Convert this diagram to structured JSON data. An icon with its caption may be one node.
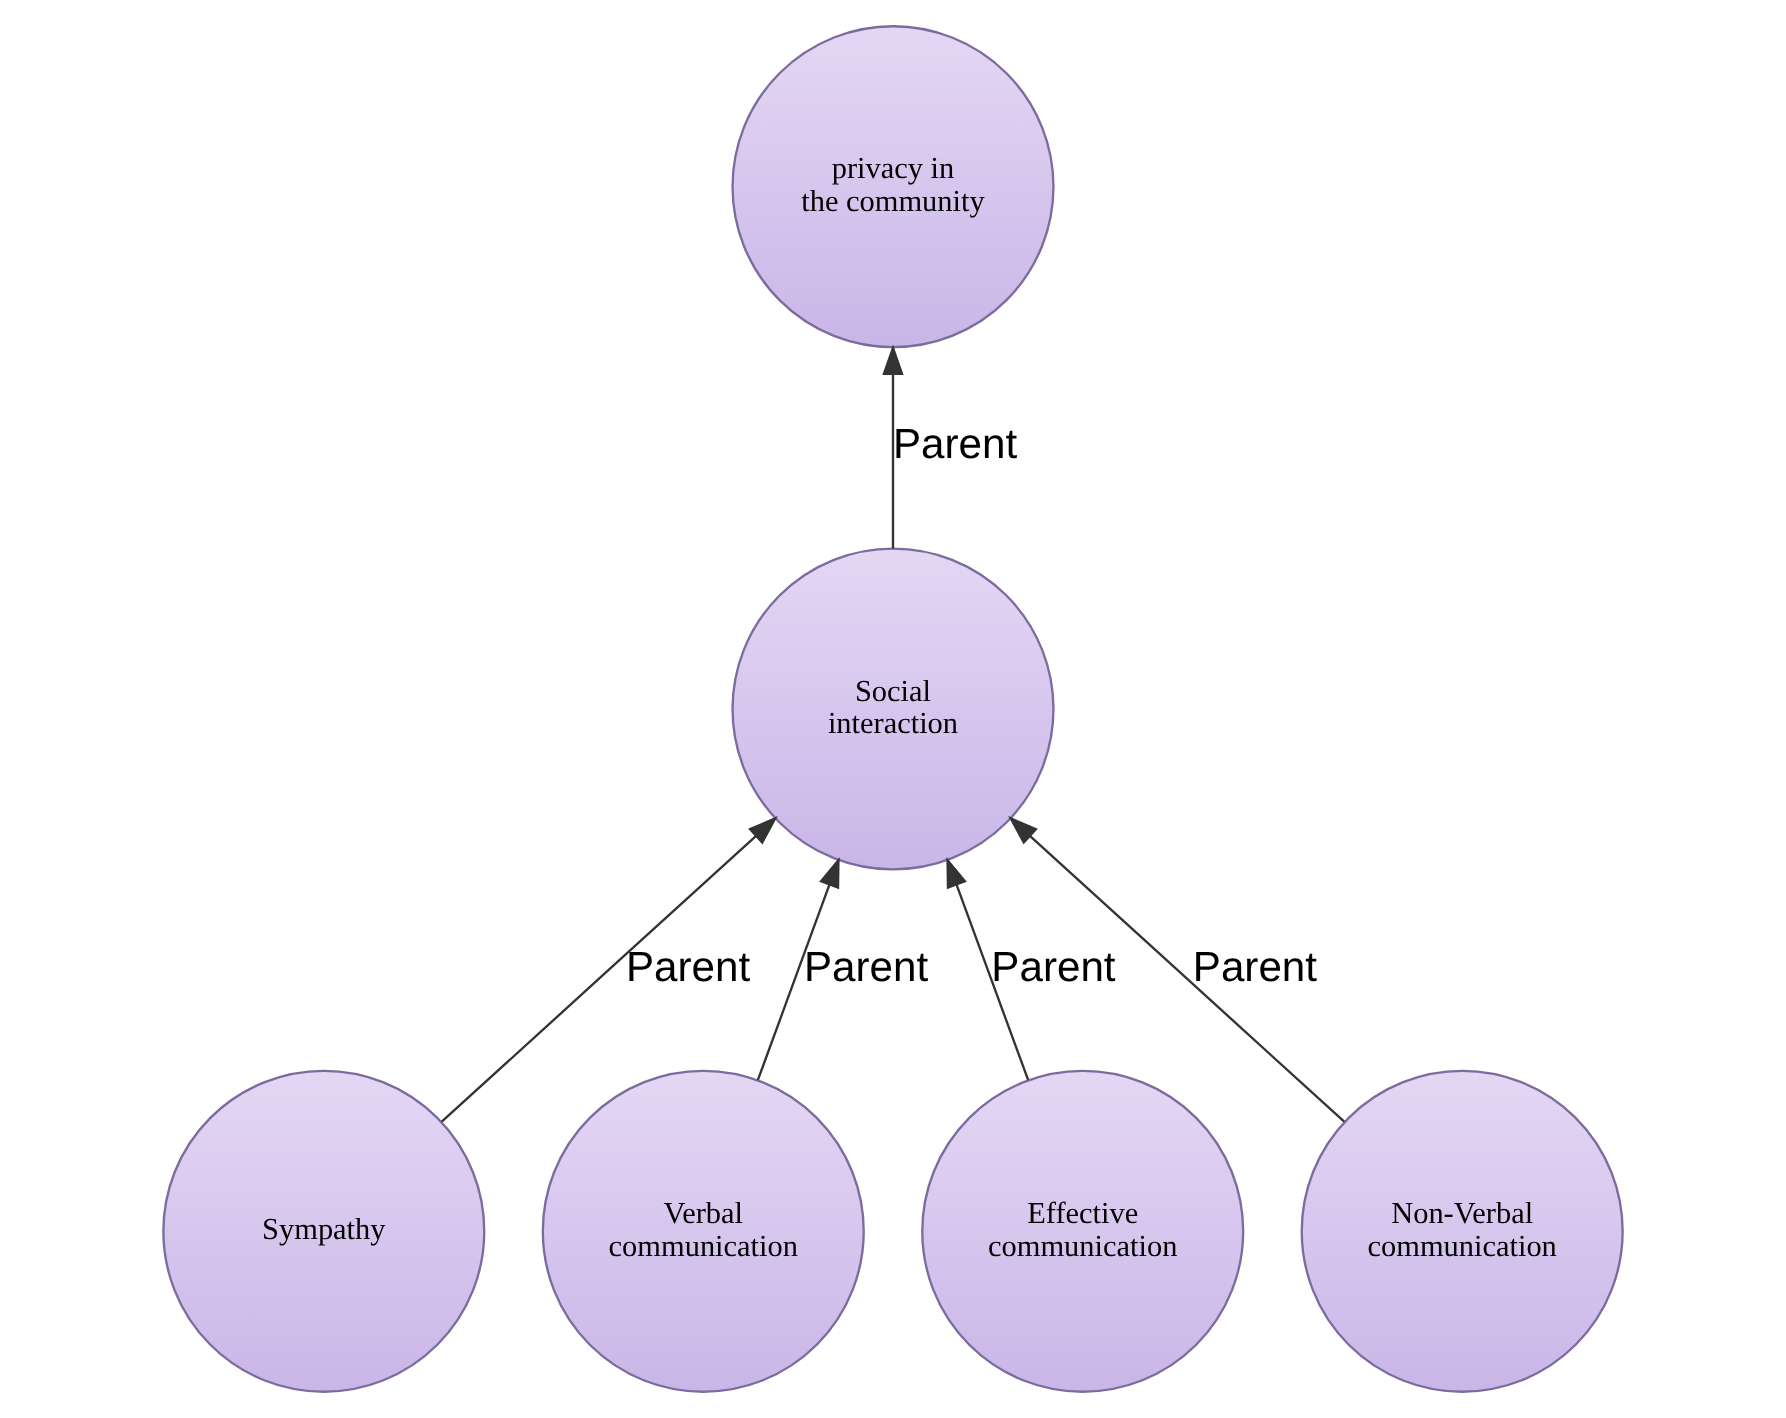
{
  "diagram": {
    "nodes": [
      {
        "text": [
          "privacy in the community"
        ]
      },
      {
        "text": [
          "Social interaction"
        ]
      },
      {
        "text": [
          "Sympathy"
        ]
      },
      {
        "text": [
          "Verbal communication"
        ]
      },
      {
        "text": [
          "Effective communication"
        ]
      },
      {
        "text": [
          "Non-Verbal communication"
        ]
      }
    ],
    "edges": [
      {
        "from": 1,
        "to": 0,
        "arrow": "to",
        "label": "Parent"
      },
      {
        "from": 2,
        "to": 1,
        "arrow": "to",
        "label": "Parent"
      },
      {
        "from": 3,
        "to": 1,
        "arrow": "to",
        "label": "Parent"
      },
      {
        "from": 4,
        "to": 1,
        "arrow": "to",
        "label": "Parent"
      },
      {
        "from": 5,
        "to": 1,
        "arrow": "to",
        "label": "Parent"
      }
    ]
  }
}
